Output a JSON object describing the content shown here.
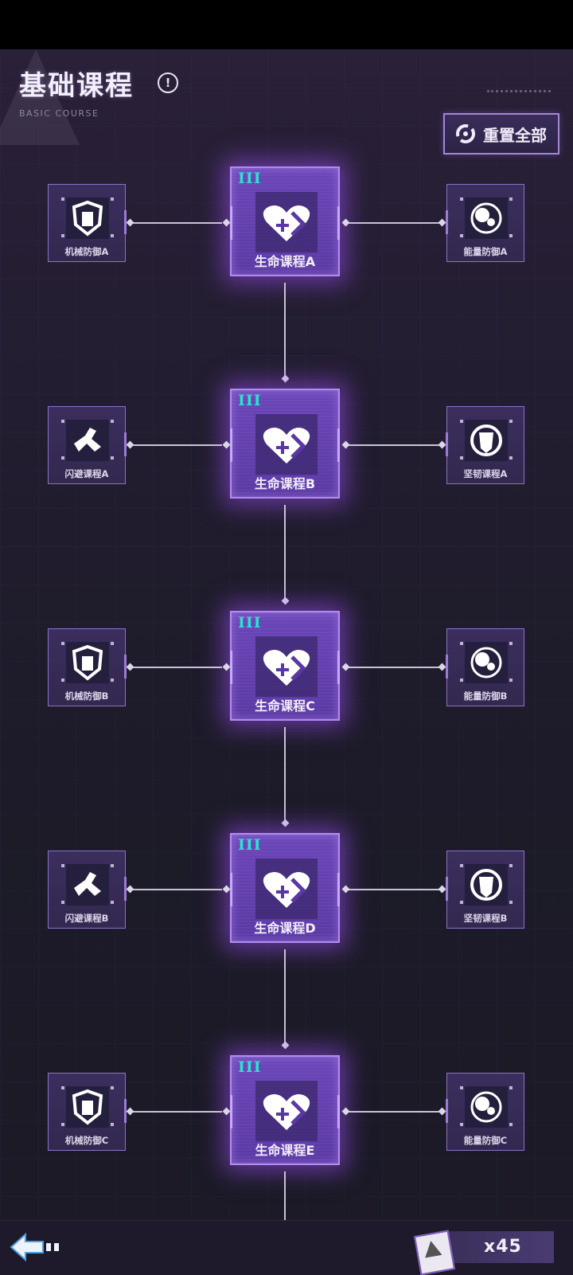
{
  "header": {
    "title": "基础课程",
    "info_icon": "!",
    "subtitle": "BASIC COURSE",
    "reset_label": "重置全部"
  },
  "rows": [
    {
      "tier": "III",
      "main": "生命课程A",
      "left": "机械防御A",
      "right": "能量防御A",
      "left_icon": "mech-shield-icon",
      "right_icon": "energy-sphere-icon"
    },
    {
      "tier": "III",
      "main": "生命课程B",
      "left": "闪避课程A",
      "right": "坚韧课程A",
      "left_icon": "dodge-runner-icon",
      "right_icon": "tough-badge-icon"
    },
    {
      "tier": "III",
      "main": "生命课程C",
      "left": "机械防御B",
      "right": "能量防御B",
      "left_icon": "mech-shield-icon",
      "right_icon": "energy-sphere-icon"
    },
    {
      "tier": "III",
      "main": "生命课程D",
      "left": "闪避课程B",
      "right": "坚韧课程B",
      "left_icon": "dodge-runner-icon",
      "right_icon": "tough-badge-icon"
    },
    {
      "tier": "III",
      "main": "生命课程E",
      "left": "机械防御C",
      "right": "能量防御C",
      "left_icon": "mech-shield-icon",
      "right_icon": "energy-sphere-icon"
    }
  ],
  "footer": {
    "count": "x45"
  },
  "colors": {
    "accent": "#b38cf0",
    "tier": "#2fe0d4",
    "background": "#1a1826"
  }
}
